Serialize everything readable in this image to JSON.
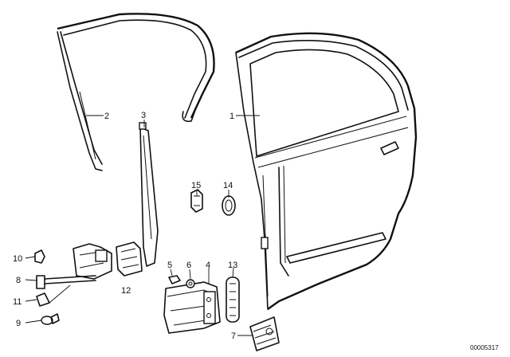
{
  "callouts": {
    "c1": "1",
    "c2": "2",
    "c3": "3",
    "c4": "4",
    "c5": "5",
    "c6": "6",
    "c7": "7",
    "c8": "8",
    "c9": "9",
    "c10": "10",
    "c11": "11",
    "c12": "12",
    "c13": "13",
    "c14": "14",
    "c15": "15"
  },
  "doc_number": "00005317"
}
